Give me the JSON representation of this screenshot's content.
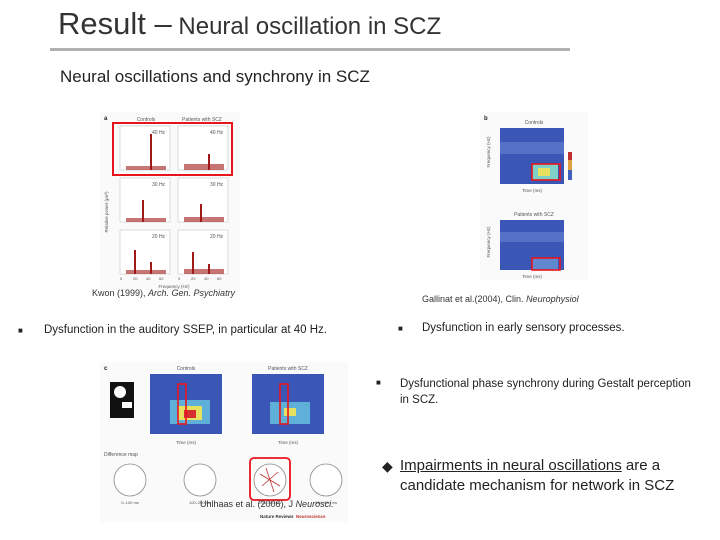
{
  "slide": {
    "title_main": "Result –",
    "title_rest": " Neural oscillation in SCZ",
    "subtitle": "Neural oscillations and synchrony in SCZ"
  },
  "fig_a": {
    "panel": "a",
    "col1": "Controls",
    "col2": "Patients with SCZ",
    "ylabel": "Relative power (μV²)",
    "xlabel": "Frequency (Hz)",
    "rows": [
      "40 Hz",
      "30 Hz",
      "20 Hz"
    ],
    "ticks": [
      "0",
      "20",
      "40",
      "60"
    ],
    "caption_text": "Kwon (1999), ",
    "caption_journal": "Arch. Gen. Psychiatry"
  },
  "fig_b": {
    "panel": "b",
    "top_label": "Controls",
    "bottom_label": "Patients with SCZ",
    "ylabel": "Frequency (Hz)",
    "xlabel": "Time (ms)",
    "caption_text": "Gallinat et al.(2004), Clin. ",
    "caption_journal": "Neurophysiol"
  },
  "fig_c": {
    "panel": "c",
    "col1": "Controls",
    "col2": "Patients with SCZ",
    "xlabel": "Time (ms)",
    "diff_label": "Difference map",
    "maps": [
      "0–100 ms",
      "100–200 ms",
      "200–300 ms",
      "300–400 ms"
    ],
    "caption_text": "Uhlhaas et al. (2006), J ",
    "caption_journal": "Neurosci.",
    "footer_nature": "Nature Reviews",
    "footer_journal": "Neuroscience"
  },
  "bullets": {
    "left": "Dysfunction in the auditory SSEP, in particular at 40 Hz.",
    "right1": "Dysfunction in early sensory processes.",
    "right2": "Dysfunctional phase synchrony during Gestalt perception in SCZ."
  },
  "takeaway": {
    "underlined": "Impairments in neural oscillations",
    "rest": " are a candidate mechanism for network in SCZ"
  },
  "colors": {
    "highlight": "#e8141c",
    "bars": "#a01818",
    "heat_blue": "#3a57b8"
  }
}
